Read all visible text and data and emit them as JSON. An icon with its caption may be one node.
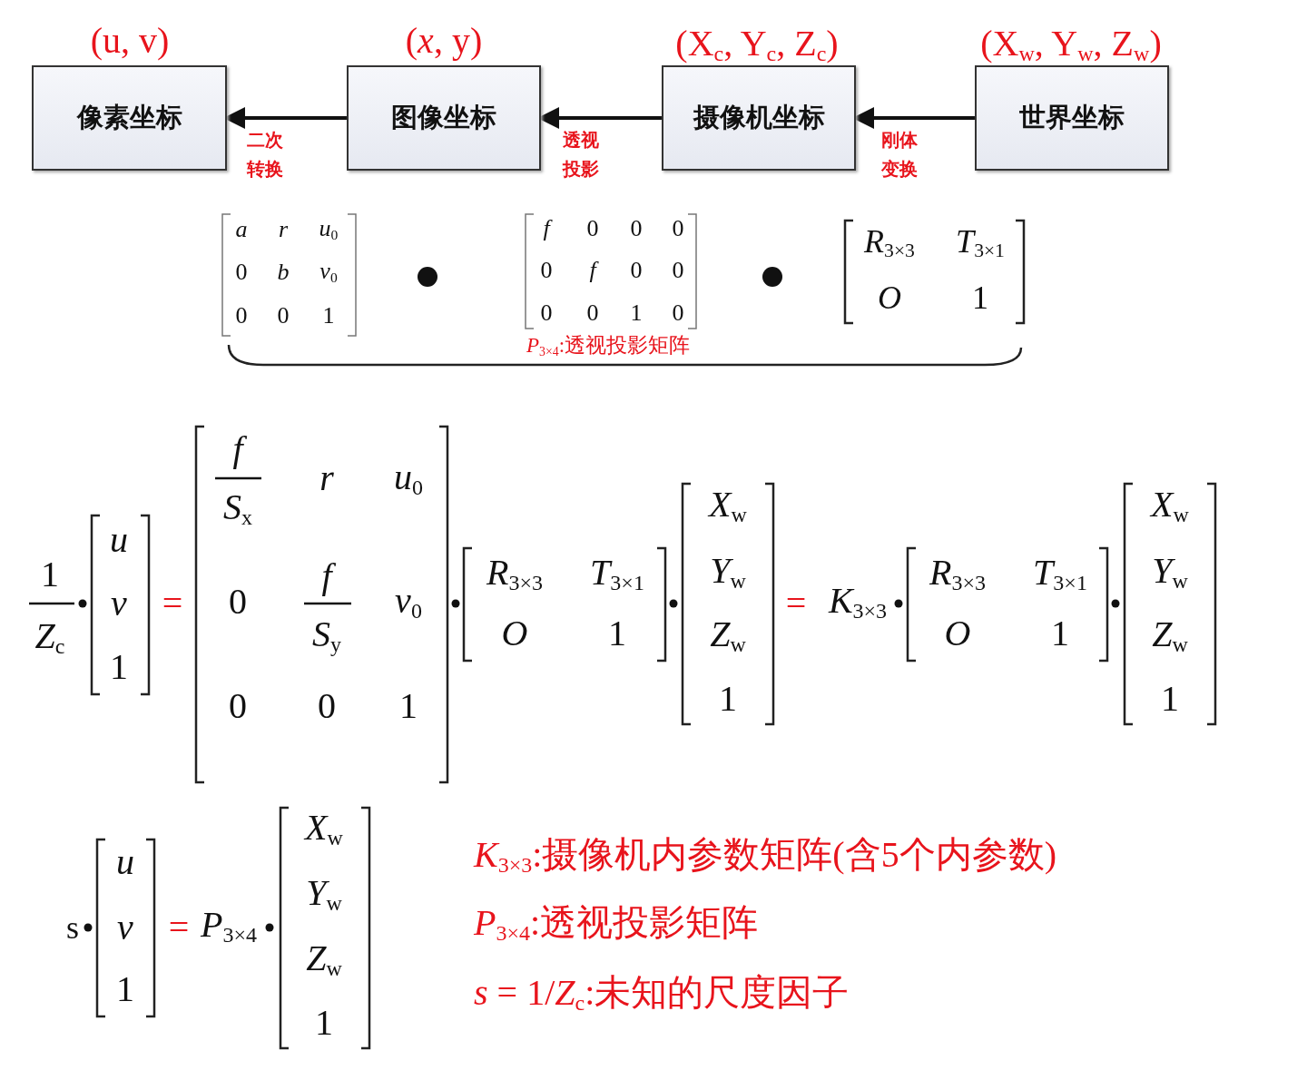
{
  "diagram": {
    "nodes": [
      {
        "text": [
          "像素坐标"
        ],
        "beside": [
          "(u, v)"
        ]
      },
      {
        "text": [
          "图像坐标"
        ],
        "beside": [
          "(*x*, y)"
        ]
      },
      {
        "text": [
          "摄像机坐标"
        ],
        "beside": [
          "(X$_{c}$, Y$_{c}$, Z$_{c}$)"
        ]
      },
      {
        "text": [
          "世界坐标"
        ],
        "beside": [
          "(X$_{w}$, Y$_{w}$, Z$_{w}$)"
        ]
      }
    ],
    "edges": [
      {
        "from": 3,
        "to": 2,
        "arrow": "to",
        "label": "刚体变换"
      },
      {
        "from": 2,
        "to": 1,
        "arrow": "to",
        "label": "透视投影"
      },
      {
        "from": 1,
        "to": 0,
        "arrow": "to",
        "label": "二次转换"
      }
    ],
    "labels": [
      "*a*",
      "*r*",
      "*u*$_{0}$",
      "0",
      "*b*",
      "*v*$_{0}$",
      "0",
      "0",
      "1",
      "*f*",
      "0",
      "0",
      "0",
      "0",
      "*f*",
      "0",
      "0",
      "0",
      "0",
      "1",
      "0",
      "*R*$_{3×3}$",
      "*T*$_{3×1}$",
      "*O*",
      "1",
      "*P*$_{3×4}$:透视投影矩阵",
      "1",
      "*Z*$_{c}$",
      "*u*",
      "*v*",
      "1",
      "=",
      "*f*",
      "*S*$_{x}$",
      "*r*",
      "*u*$_{0}$",
      "0",
      "*f*",
      "*S*$_{y}$",
      "*v*$_{0}$",
      "0",
      "0",
      "1",
      "*R*$_{3×3}$",
      "*T*$_{3×1}$",
      "*O*",
      "1",
      "*X*$_{w}$",
      "*Y*$_{w}$",
      "*Z*$_{w}$",
      "1",
      "=",
      "*K*$_{3×3}$",
      "*R*$_{3×3}$",
      "*T*$_{3×1}$",
      "*O*",
      "1",
      "*X*$_{w}$",
      "*Y*$_{w}$",
      "*Z*$_{w}$",
      "1",
      "s",
      "*u*",
      "*v*",
      "1",
      "=",
      "*P*$_{3×4}$",
      "*X*$_{w}$",
      "*Y*$_{w}$",
      "*Z*$_{w}$",
      "1",
      "*K*$_{3×3}$:摄像机内参数矩阵(含5个内参数)",
      "*P*$_{3×4}$:透视投影矩阵",
      "*s* = 1/*Z*$_{c}$:未知的尺度因子"
    ]
  }
}
